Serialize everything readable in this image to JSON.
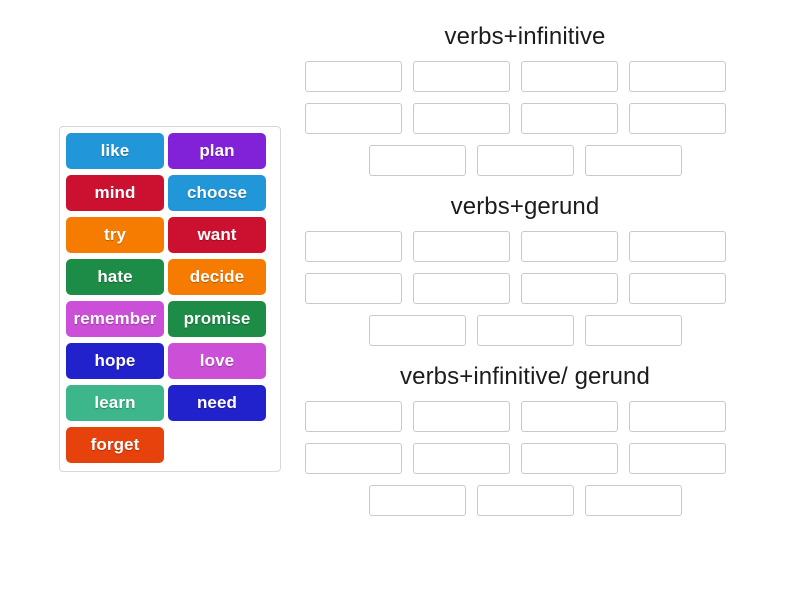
{
  "word_bank": {
    "name": "word-bank",
    "tiles": [
      {
        "label": "like",
        "color": "#2196d8"
      },
      {
        "label": "plan",
        "color": "#8122d8"
      },
      {
        "label": "mind",
        "color": "#cc1130"
      },
      {
        "label": "choose",
        "color": "#2196d8"
      },
      {
        "label": "try",
        "color": "#f57c00"
      },
      {
        "label": "want",
        "color": "#cc1130"
      },
      {
        "label": "hate",
        "color": "#1c8c46"
      },
      {
        "label": "decide",
        "color": "#f57c00"
      },
      {
        "label": "remember",
        "color": "#cc4fd8"
      },
      {
        "label": "promise",
        "color": "#1c8c46"
      },
      {
        "label": "hope",
        "color": "#2222cc"
      },
      {
        "label": "love",
        "color": "#cc4fd8"
      },
      {
        "label": "learn",
        "color": "#3cb68a"
      },
      {
        "label": "need",
        "color": "#2222cc"
      },
      {
        "label": "forget",
        "color": "#e8420c"
      }
    ]
  },
  "groups": [
    {
      "title": "verbs+infinitive",
      "rows": [
        {
          "centered": false,
          "slots": [
            "",
            "",
            "",
            ""
          ]
        },
        {
          "centered": false,
          "slots": [
            "",
            "",
            "",
            ""
          ]
        },
        {
          "centered": true,
          "slots": [
            "",
            "",
            ""
          ]
        }
      ]
    },
    {
      "title": "verbs+gerund",
      "rows": [
        {
          "centered": false,
          "slots": [
            "",
            "",
            "",
            ""
          ]
        },
        {
          "centered": false,
          "slots": [
            "",
            "",
            "",
            ""
          ]
        },
        {
          "centered": true,
          "slots": [
            "",
            "",
            ""
          ]
        }
      ]
    },
    {
      "title": "verbs+infinitive/ gerund",
      "rows": [
        {
          "centered": false,
          "slots": [
            "",
            "",
            "",
            ""
          ]
        },
        {
          "centered": false,
          "slots": [
            "",
            "",
            "",
            ""
          ]
        },
        {
          "centered": true,
          "slots": [
            "",
            "",
            ""
          ]
        }
      ]
    }
  ],
  "colors": {
    "page_background": "#ffffff",
    "panel_border": "#d8d8d8",
    "slot_border": "#c9c9c9",
    "title_text": "#1c1c1c",
    "tile_text": "#ffffff"
  }
}
